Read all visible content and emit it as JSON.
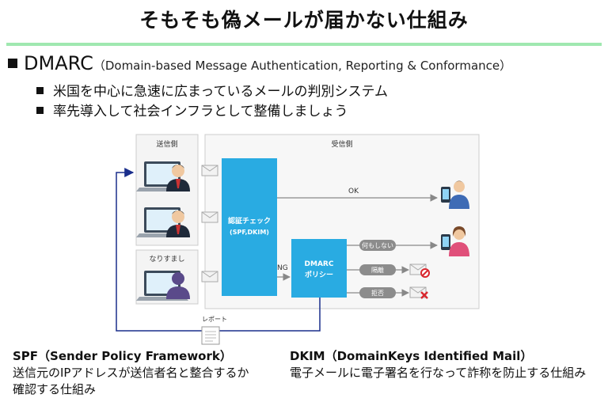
{
  "title": "そもそも偽メールが届かない仕組み",
  "dmarc": {
    "name": "DMARC",
    "full_name": "（Domain-based Message Authentication, Reporting & Conformance）",
    "bullets": [
      "米国を中心に急速に広まっているメールの判別システム",
      "率先導入して社会インフラとして整備しましょう"
    ]
  },
  "diagram": {
    "sender_label": "送信側",
    "receiver_label": "受信側",
    "spoof_label": "なりすまし",
    "auth_check_line1": "認証チェック",
    "auth_check_line2": "(SPF,DKIM)",
    "ok_label": "OK",
    "ng_label": "NG",
    "policy_line1": "DMARC",
    "policy_line2": "ポリシー",
    "policy_actions": [
      "何もしない",
      "隔離",
      "拒否"
    ],
    "report_label": "レポート",
    "colors": {
      "box_blue": "#29abe2",
      "arrow_navy": "#1a2e8c",
      "pill_gray": "#8c8c8c"
    }
  },
  "spf": {
    "heading": "SPF（Sender Policy Framework）",
    "lines": [
      "送信元のIPアドレスが送信者名と整合するか",
      "確認する仕組み"
    ]
  },
  "dkim": {
    "heading": "DKIM（DomainKeys Identified Mail）",
    "lines": [
      "電子メールに電子署名を行なって詐称を防止する仕組み"
    ]
  }
}
